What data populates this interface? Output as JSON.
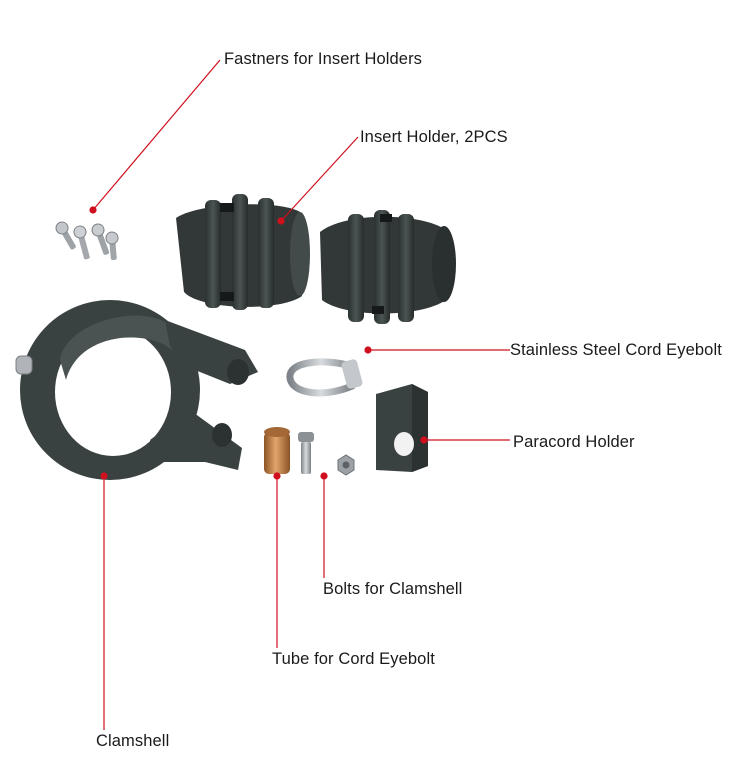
{
  "labels": {
    "fasteners": "Fastners for Insert Holders",
    "insert_holder": "Insert Holder, 2PCS",
    "eyebolt": "Stainless Steel Cord Eyebolt",
    "paracord_holder": "Paracord Holder",
    "bolts": "Bolts for Clamshell",
    "tube": "Tube for Cord Eyebolt",
    "clamshell": "Clamshell"
  },
  "colors": {
    "leader_line": "#d0101e",
    "plastic_dark": "#2d3433",
    "plastic_mid": "#3c4443",
    "plastic_light": "#56605f",
    "steel": "#a9adb1",
    "bronze": "#b9773e"
  }
}
